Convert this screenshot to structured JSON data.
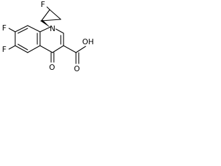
{
  "molecule": {
    "atoms": {
      "F_cyclopropyl": "F",
      "F_ring_top": "F",
      "F_ring_bottom": "F",
      "N1": "N",
      "O_ketone": "O",
      "O_hydroxyl": "OH",
      "O_carbonyl": "O"
    }
  },
  "colors": {
    "ink": "#000000",
    "background": "#ffffff"
  }
}
